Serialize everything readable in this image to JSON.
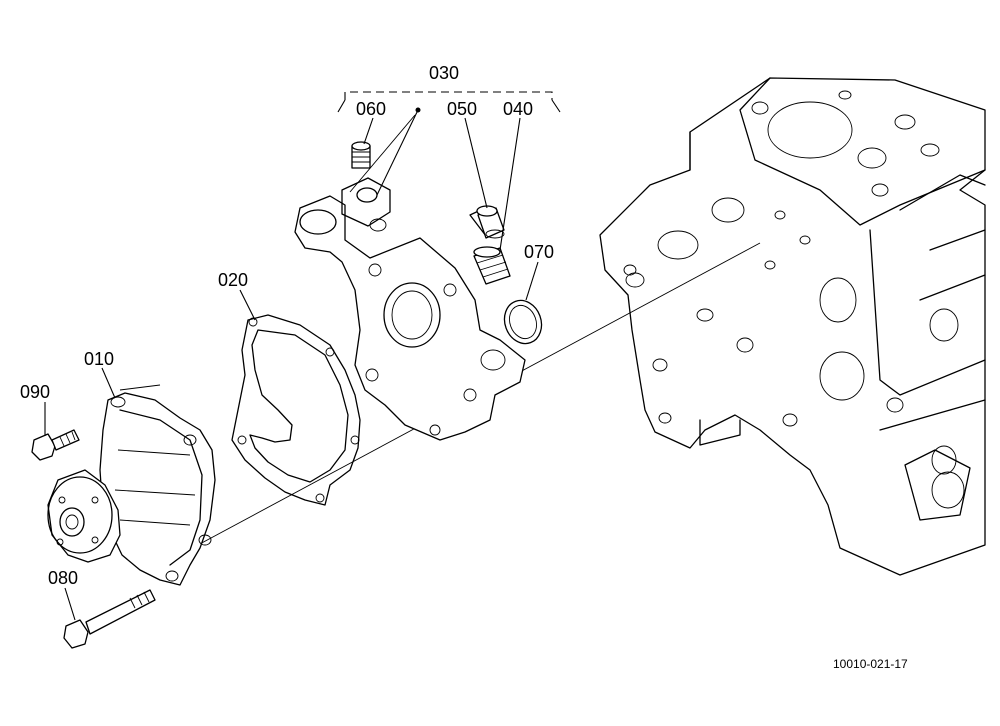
{
  "labels": {
    "p030": "030",
    "p060": "060",
    "p050": "050",
    "p040": "040",
    "p070": "070",
    "p020": "020",
    "p010": "010",
    "p090": "090",
    "p080": "080"
  },
  "reference_code": "10010-021-17"
}
